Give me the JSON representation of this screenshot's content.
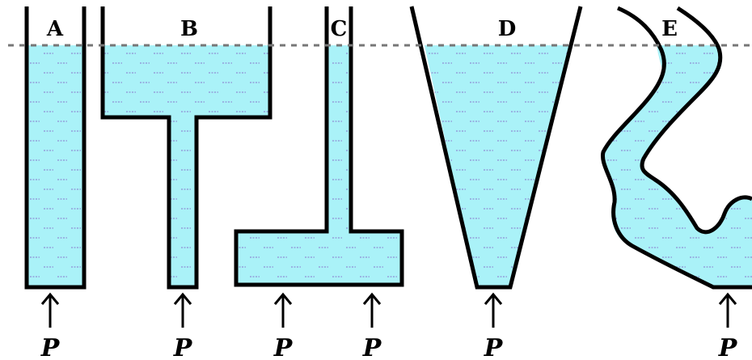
{
  "colors": {
    "water": "#aaf2f8",
    "dash": "#8f8fd6",
    "wall": "#000000",
    "level_line": "#777777"
  },
  "containers": [
    {
      "id": "A",
      "label": "A"
    },
    {
      "id": "B",
      "label": "B"
    },
    {
      "id": "C",
      "label": "C"
    },
    {
      "id": "D",
      "label": "D"
    },
    {
      "id": "E",
      "label": "E"
    }
  ],
  "pressure_label": "P"
}
